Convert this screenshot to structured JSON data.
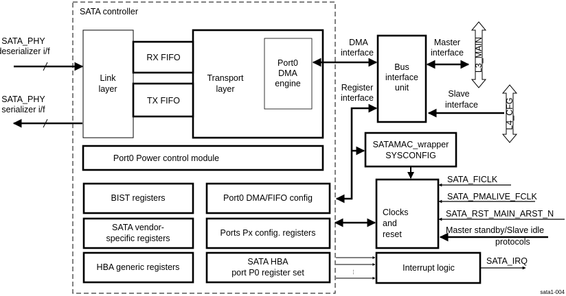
{
  "controller_label": "SATA controller",
  "phy_in": {
    "line1": "SATA_PHY",
    "line2": "deserializer i/f"
  },
  "phy_out": {
    "line1": "SATA_PHY",
    "line2": "serializer i/f"
  },
  "link_layer": {
    "line1": "Link",
    "line2": "layer"
  },
  "rx_fifo": "RX FIFO",
  "tx_fifo": "TX FIFO",
  "transport_layer": {
    "line1": "Transport",
    "line2": "layer"
  },
  "dma_engine": {
    "line1": "Port0",
    "line2": "DMA",
    "line3": "engine"
  },
  "power_module": "Port0  Power control module",
  "bist": "BIST registers",
  "vendor_regs": {
    "line1": "SATA vendor-",
    "line2": "specific registers"
  },
  "hba_generic": "HBA generic registers",
  "dma_fifo_config": "Port0 DMA/FIFO config",
  "ports_config": "Ports Px config. registers",
  "hba_port_regs": {
    "line1": "SATA HBA",
    "line2": "port P0 register set"
  },
  "dma_interface": {
    "line1": "DMA",
    "line2": "interface"
  },
  "register_interface": {
    "line1": "Register",
    "line2": "interface"
  },
  "bus_interface_unit": {
    "line1": "Bus",
    "line2": "interface",
    "line3": "unit"
  },
  "master_interface": {
    "line1": "Master",
    "line2": "interface"
  },
  "slave_interface": {
    "line1": "Slave",
    "line2": "interface"
  },
  "l3_main": "L3_MAIN",
  "l4_cfg": "L4_CFG",
  "satamac_wrapper": {
    "line1": "SATAMAC_wrapper",
    "line2": "SYSCONFIG"
  },
  "clocks_reset": {
    "line1": "Clocks",
    "line2": "and",
    "line3": "reset"
  },
  "signals": {
    "ficlk": "SATA_FICLK",
    "pmalive": "SATA_PMALIVE_FCLK",
    "rst": "SATA_RST_MAIN_ARST_N",
    "standby_line1": "Master standby/Slave idle",
    "standby_line2": "protocols"
  },
  "interrupt_logic": "Interrupt logic",
  "sata_irq": "SATA_IRQ",
  "ellipsis": "…",
  "figure_id": "sata1-004"
}
